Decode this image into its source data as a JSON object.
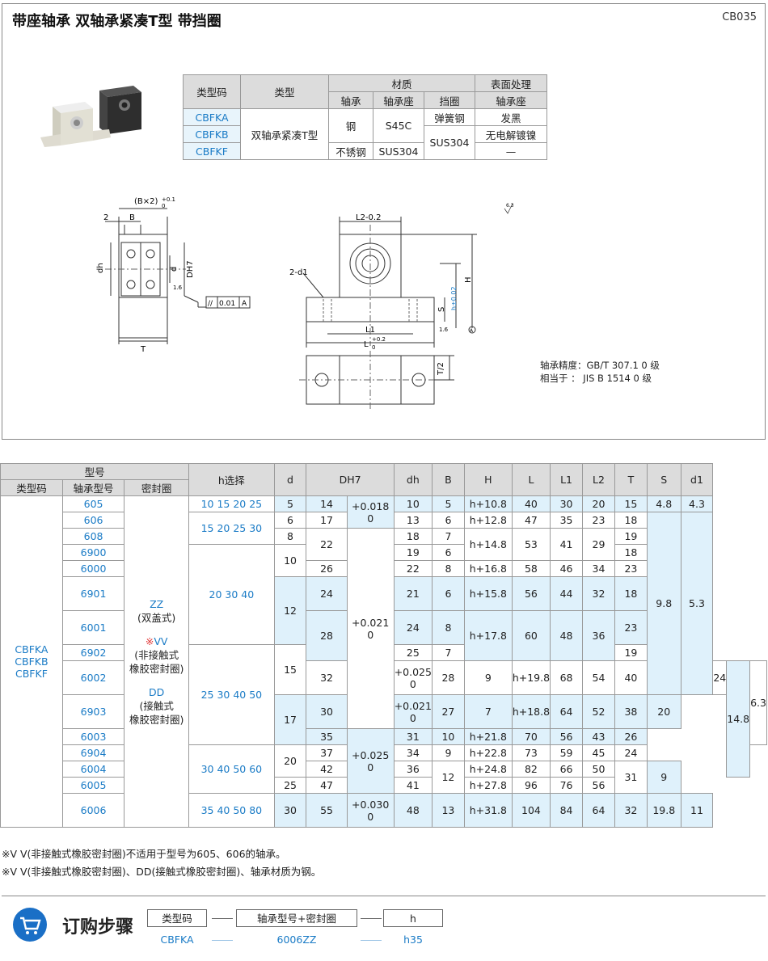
{
  "header": {
    "title": "带座轴承  双轴承紧凑T型  带挡圈",
    "code": "CB035"
  },
  "materials": {
    "h_type_code": "类型码",
    "h_type": "类型",
    "h_material": "材质",
    "h_surface": "表面处理",
    "h_bearing": "轴承",
    "h_housing": "轴承座",
    "h_retainer": "挡圈",
    "h_surface_housing": "轴承座",
    "codes": [
      "CBFKA",
      "CBFKB",
      "CBFKF"
    ],
    "type_name": "双轴承紧凑T型",
    "bearing_steel": "钢",
    "bearing_ss": "不锈钢",
    "housing_s45c": "S45C",
    "housing_sus304": "SUS304",
    "retainer_spring": "弹簧钢",
    "retainer_sus304": "SUS304",
    "surface": [
      "发黑",
      "无电解镀镍",
      "—"
    ]
  },
  "drawing": {
    "bx2": "(B×2)",
    "bx2_tol_up": "+0.1",
    "bx2_tol_dn": "0",
    "two": "2",
    "b": "B",
    "dh": "dh",
    "d": "d",
    "dh7": "DH7",
    "t": "T",
    "r16": "1.6",
    "flat_sym": "//",
    "flat_val": "0.01",
    "flat_ref": "A",
    "l2": "L2-0.2",
    "hole": "2-d1",
    "h_cap": "H",
    "s": "S",
    "h_tol": "h±0.02",
    "l1": "L1",
    "l": "L",
    "l_tol_up": "+0.2",
    "l_tol_dn": "0",
    "a_ref": "A",
    "t2": "T/2",
    "rough_top": "6.3"
  },
  "notes": {
    "line1": "轴承精度：GB/T 307.1 0  级",
    "line2": "相当于  ：  JIS B 1514  0 级"
  },
  "table": {
    "h_model": "型号",
    "h_type_code": "类型码",
    "h_bearing_model": "轴承型号",
    "h_seal": "密封圈",
    "h_hsel": "h选择",
    "h_d": "d",
    "h_dh7": "DH7",
    "h_dh": "dh",
    "h_B": "B",
    "h_H": "H",
    "h_L": "L",
    "h_L1": "L1",
    "h_L2": "L2",
    "h_T": "T",
    "h_S": "S",
    "h_d1": "d1",
    "codes": [
      "CBFKA",
      "CBFKB",
      "CBFKF"
    ],
    "seal": {
      "zz": "ZZ",
      "zz_desc": "(双盖式)",
      "vv_mark": "※",
      "vv": "VV",
      "vv_desc1": "(非接触式",
      "vv_desc2": "橡胶密封圈)",
      "dd": "DD",
      "dd_desc1": "(接触式",
      "dd_desc2": "橡胶密封圈)"
    },
    "models": [
      "605",
      "606",
      "608",
      "6900",
      "6000",
      "6901",
      "6001",
      "6902",
      "6002",
      "6903",
      "6003",
      "6904",
      "6004",
      "6005",
      "6006"
    ],
    "hsel": [
      "10 15 20 25",
      "15 20 25 30",
      "20 30 40",
      "25 30 40 50",
      "30 40 50 60",
      "35 40 50 80"
    ],
    "d": [
      "5",
      "6",
      "8",
      "10",
      "12",
      "15",
      "17",
      "20",
      "25",
      "30"
    ],
    "DH": [
      "14",
      "17",
      "22",
      "26",
      "24",
      "28",
      "32",
      "30",
      "35",
      "37",
      "42",
      "47",
      "55"
    ],
    "tol": [
      [
        "+0.018",
        "0"
      ],
      [
        "+0.021",
        "0"
      ],
      [
        "+0.025",
        "0"
      ],
      [
        "+0.021",
        "0"
      ],
      [
        "+0.025",
        "0"
      ],
      [
        "+0.030",
        "0"
      ]
    ],
    "dh": [
      "10",
      "13",
      "18",
      "19",
      "22",
      "21",
      "24",
      "25",
      "28",
      "27",
      "31",
      "34",
      "36",
      "41",
      "48"
    ],
    "B": [
      "5",
      "6",
      "7",
      "6",
      "8",
      "6",
      "8",
      "7",
      "9",
      "7",
      "10",
      "9",
      "12",
      "13"
    ],
    "H": [
      "h+10.8",
      "h+12.8",
      "h+14.8",
      "h+16.8",
      "h+15.8",
      "h+17.8",
      "h+19.8",
      "h+18.8",
      "h+21.8",
      "h+22.8",
      "h+24.8",
      "h+27.8",
      "h+31.8"
    ],
    "L": [
      "40",
      "47",
      "53",
      "58",
      "56",
      "60",
      "68",
      "64",
      "70",
      "73",
      "82",
      "96",
      "104"
    ],
    "L1": [
      "30",
      "35",
      "41",
      "46",
      "44",
      "48",
      "54",
      "52",
      "56",
      "59",
      "66",
      "76",
      "84"
    ],
    "L2": [
      "20",
      "23",
      "29",
      "34",
      "32",
      "36",
      "40",
      "38",
      "43",
      "45",
      "50",
      "56",
      "64"
    ],
    "T": [
      "15",
      "18",
      "19",
      "18",
      "23",
      "18",
      "23",
      "19",
      "24",
      "20",
      "26",
      "24",
      "31",
      "32"
    ],
    "S": [
      "4.8",
      "9.8",
      "14.8",
      "19.8"
    ],
    "d1": [
      "4.3",
      "5.3",
      "6.3",
      "9",
      "11"
    ]
  },
  "footnotes": {
    "n1": "※V V(非接触式橡胶密封圈)不适用于型号为605、606的轴承。",
    "n2": "※V V(非接触式橡胶密封圈)、DD(接触式橡胶密封圈)、轴承材质为钢。"
  },
  "order": {
    "title": "订购步骤",
    "steps": [
      "类型码",
      "轴承型号+密封圈",
      "h"
    ],
    "examples": [
      "CBFKA",
      "6006ZZ",
      "h35"
    ]
  }
}
